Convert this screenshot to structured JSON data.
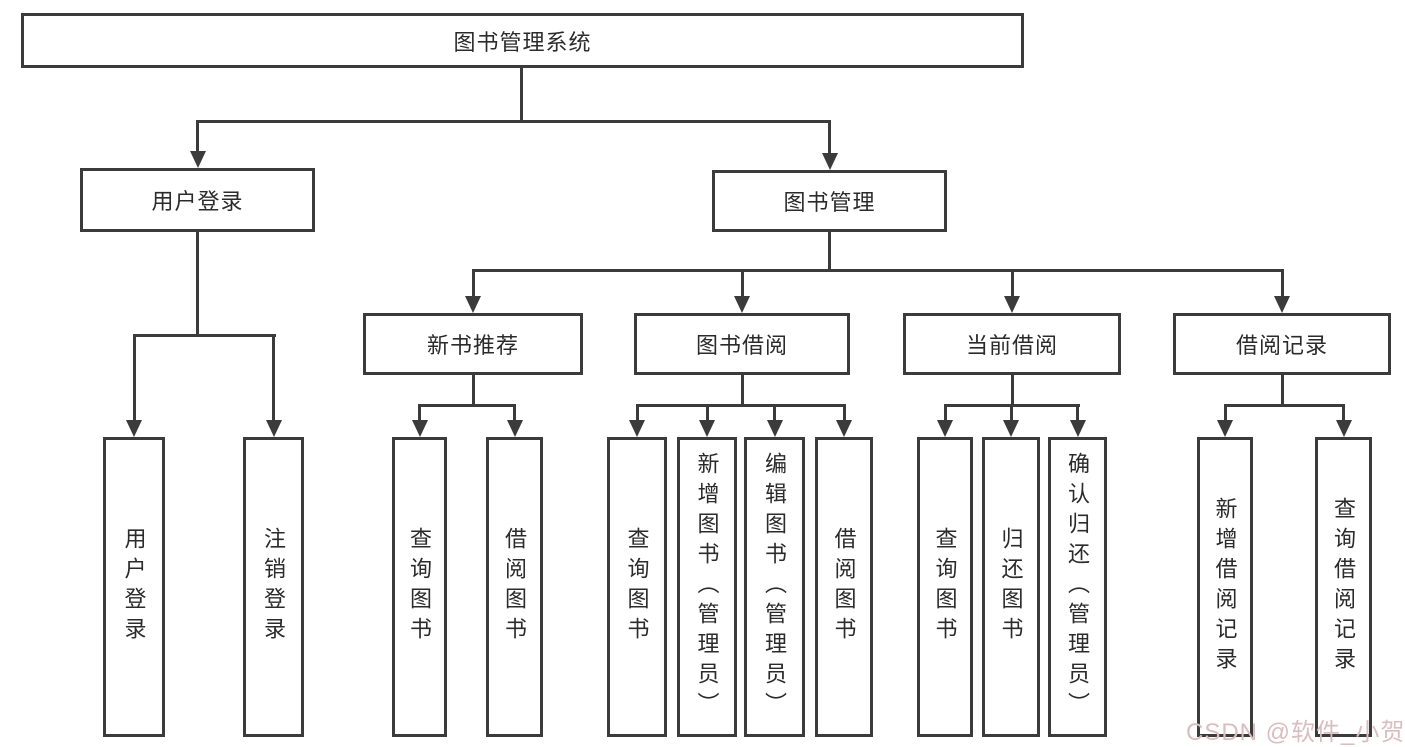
{
  "diagram": {
    "root": "图书管理系统",
    "level2": [
      "用户登录",
      "图书管理"
    ],
    "level3": [
      "新书推荐",
      "图书借阅",
      "当前借阅",
      "借阅记录"
    ],
    "leaves": {
      "user_login": [
        "用户登录",
        "注销登录"
      ],
      "new_book": [
        "查询图书",
        "借阅图书"
      ],
      "book_borrow": [
        "查询图书",
        "新增图书（管理员）",
        "编辑图书（管理员）",
        "借阅图书"
      ],
      "current_borrow": [
        "查询图书",
        "归还图书",
        "确认归还（管理员）"
      ],
      "borrow_records": [
        "新增借阅记录",
        "查询借阅记录"
      ]
    },
    "watermark": "CSDN @软件_小贺同学",
    "colors": {
      "line": "#3b3b3b",
      "text": "#2b2b2b",
      "background": "#ffffff",
      "watermark": "#d9bec1"
    }
  }
}
